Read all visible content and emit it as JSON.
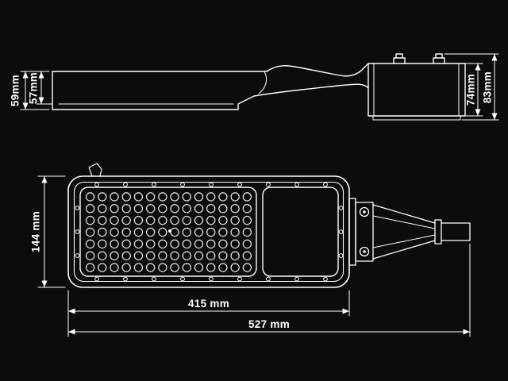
{
  "page": {
    "background_color": "#0c0c0c",
    "line_color": "#ffffff",
    "text_color": "#ffffff"
  },
  "side_view": {
    "dim_head_height_outer": "59mm",
    "dim_head_height_inner": "57mm",
    "dim_bracket_height_inner": "74mm",
    "dim_bracket_height_outer": "83mm"
  },
  "plan_view": {
    "dim_body_width": "144 mm",
    "dim_body_length": "415 mm",
    "dim_overall_length": "527 mm"
  }
}
